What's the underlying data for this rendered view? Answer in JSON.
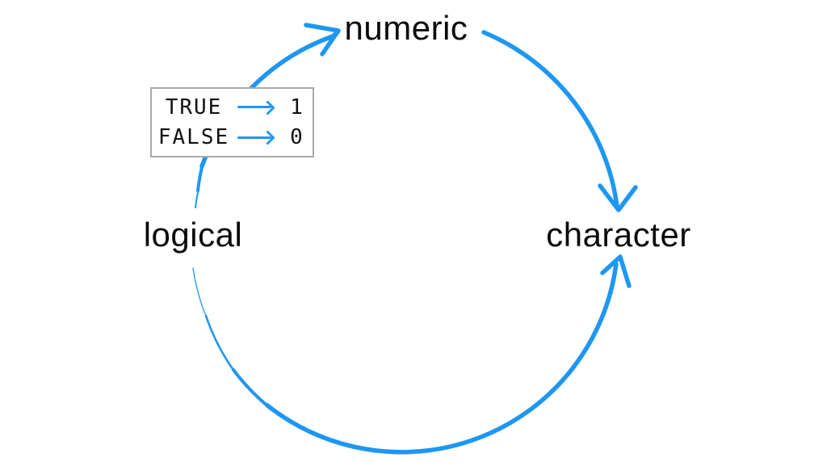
{
  "diagram": {
    "type": "cycle-diagram",
    "nodes": [
      {
        "id": "numeric",
        "label": "numeric"
      },
      {
        "id": "logical",
        "label": "logical"
      },
      {
        "id": "character",
        "label": "character"
      }
    ],
    "edges": [
      {
        "from": "logical",
        "to": "numeric"
      },
      {
        "from": "numeric",
        "to": "character"
      },
      {
        "from": "logical",
        "to": "character"
      }
    ],
    "conversion_box": {
      "rows": [
        {
          "from": "TRUE",
          "to": "1"
        },
        {
          "from": "FALSE",
          "to": "0"
        }
      ]
    },
    "colors": {
      "arrow": "#1E97F2",
      "text": "#0A0A0A",
      "box_border": "#AAAAAA"
    }
  }
}
